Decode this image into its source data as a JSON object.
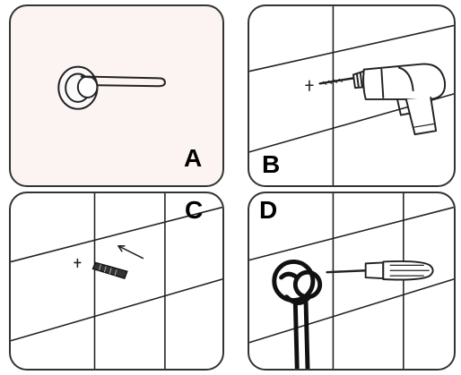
{
  "steps": {
    "a": {
      "label": "A"
    },
    "b": {
      "label": "B"
    },
    "c": {
      "label": "C"
    },
    "d": {
      "label": "D"
    }
  },
  "colors": {
    "panel_a_background": "#fcf3f3",
    "line_art": "#222222"
  },
  "icons": {
    "a": "tie-back-hook-icon",
    "b": "electric-drill-icon",
    "c": "wall-plug-icon",
    "d": "screwdriver-icon"
  }
}
